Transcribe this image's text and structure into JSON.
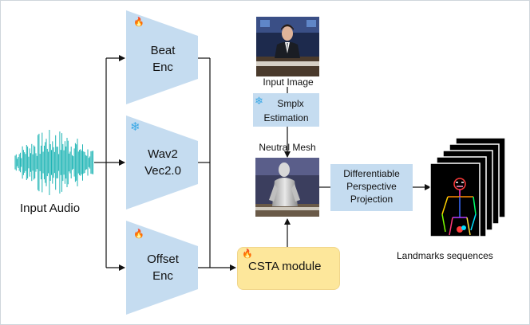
{
  "input_audio": {
    "label": "Input Audio",
    "wave_color": "#1fb5b5"
  },
  "encoders": [
    {
      "line1": "Beat",
      "line2": "Enc",
      "state_icon": "flame-icon"
    },
    {
      "line1": "Wav2",
      "line2": "Vec2.0",
      "state_icon": "snowflake-icon"
    },
    {
      "line1": "Offset",
      "line2": "Enc",
      "state_icon": "flame-icon"
    }
  ],
  "csta": {
    "label": "CSTA module",
    "state_icon": "flame-icon",
    "color": "#fde79b"
  },
  "input_image": {
    "label": "Input Image"
  },
  "smplx": {
    "line1": "Smplx",
    "line2": "Estimation",
    "state_icon": "snowflake-icon"
  },
  "neutral_mesh": {
    "label": "Neutral Mesh"
  },
  "projection": {
    "line1": "Differentiable",
    "line2": "Perspective",
    "line3": "Projection"
  },
  "landmarks": {
    "label": "Landmarks sequences"
  },
  "colors": {
    "encoder_fill": "#c5dcf0",
    "arrow": "#111111",
    "flame": "#e05a1c",
    "snowflake": "#3aa8e6"
  }
}
